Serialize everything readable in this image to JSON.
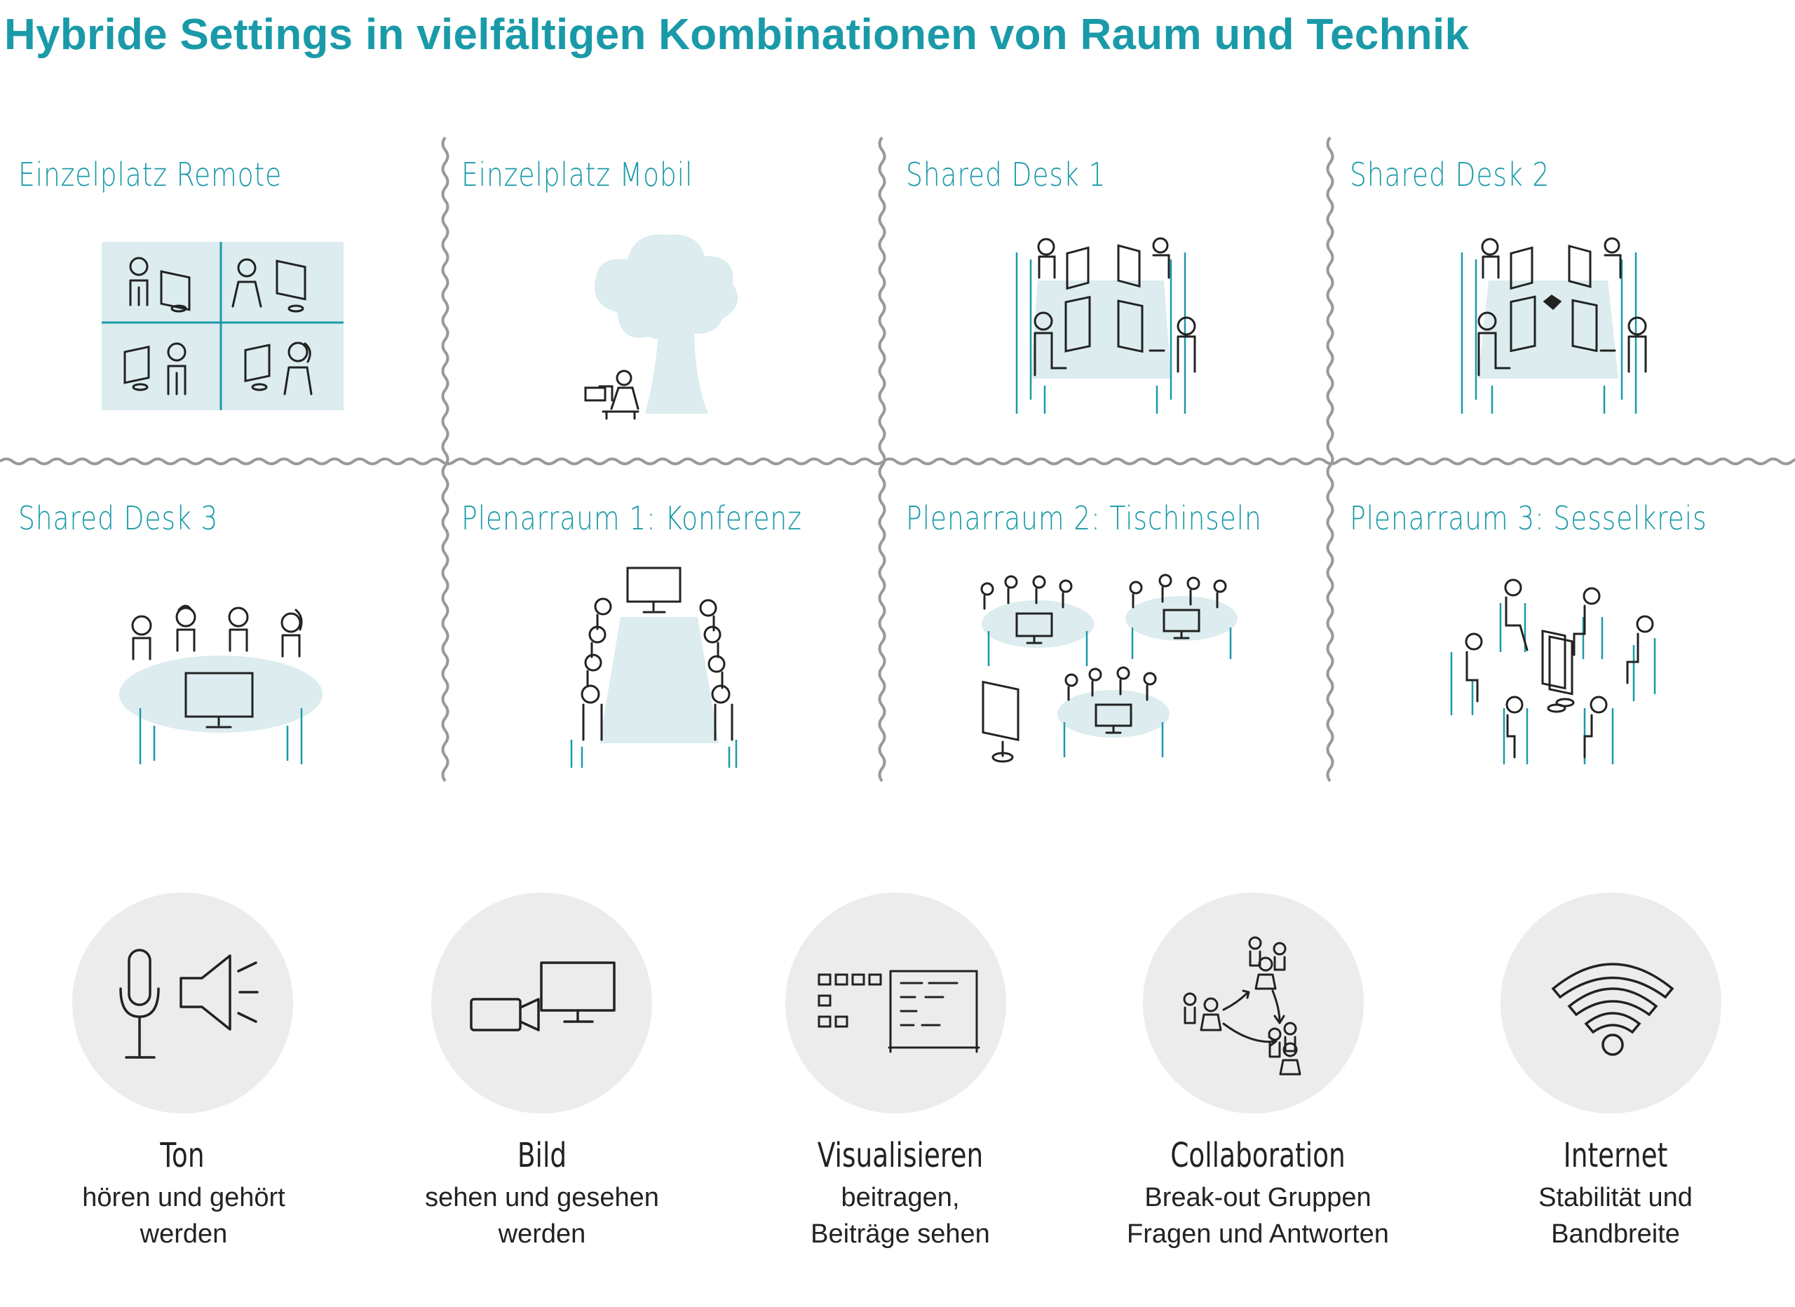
{
  "title": "Hybride Settings in vielfältigen Kombinationen von Raum und Technik",
  "settings": [
    {
      "label": "Einzelplatz Remote"
    },
    {
      "label": "Einzelplatz Mobil"
    },
    {
      "label": "Shared Desk 1"
    },
    {
      "label": "Shared Desk 2"
    },
    {
      "label": "Shared Desk 3"
    },
    {
      "label": "Plenarraum 1: Konferenz"
    },
    {
      "label": "Plenarraum 2: Tischinseln"
    },
    {
      "label": "Plenarraum 3: Sesselkreis"
    }
  ],
  "features": [
    {
      "title": "Ton",
      "desc": [
        "hören und gehört",
        "werden"
      ],
      "icon": "microphone-speaker-icon"
    },
    {
      "title": "Bild",
      "desc": [
        "sehen und gesehen",
        "werden"
      ],
      "icon": "camera-monitor-icon"
    },
    {
      "title": "Visualisieren",
      "desc": [
        "beitragen,",
        "Beiträge sehen"
      ],
      "icon": "whiteboard-icon"
    },
    {
      "title": "Collaboration",
      "desc": [
        "Break-out Gruppen",
        "Fragen und Antworten"
      ],
      "icon": "breakout-groups-icon"
    },
    {
      "title": "Internet",
      "desc": [
        "Stabilität und",
        "Bandbreite"
      ],
      "icon": "wifi-icon"
    }
  ],
  "colors": {
    "accent": "#1a9aa8",
    "panel": "#dcecef",
    "divider": "#999999",
    "circle": "#ececec",
    "ink": "#222222"
  }
}
